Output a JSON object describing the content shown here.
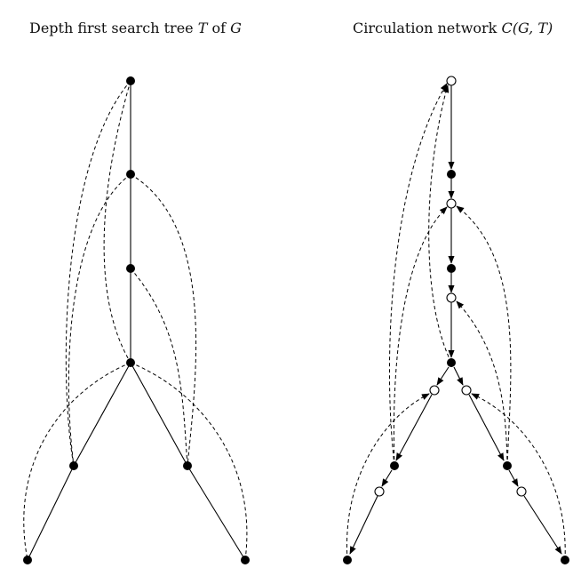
{
  "figure": {
    "left_title": {
      "text": "Depth first search tree ",
      "var1": "T",
      "mid": " of ",
      "var2": "G"
    },
    "right_title": {
      "text": "Circulation network ",
      "func": "C",
      "args": "(G, T)"
    }
  },
  "colors": {
    "ink": "#000000",
    "background": "#ffffff"
  }
}
